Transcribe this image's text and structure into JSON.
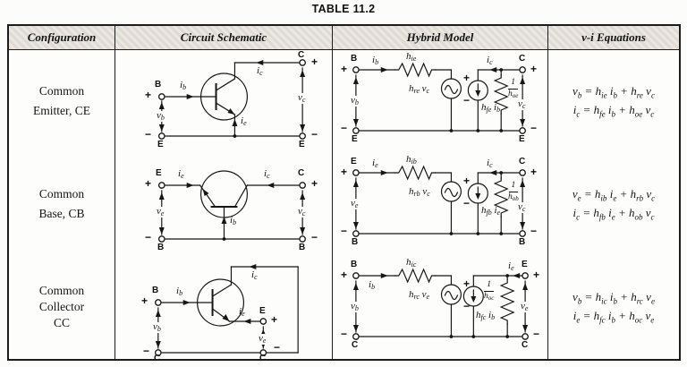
{
  "title": "TABLE 11.2",
  "table": {
    "headers": [
      "Configuration",
      "Circuit Schematic",
      "Hybrid Model",
      "v-i Equations"
    ],
    "rows": [
      {
        "config": [
          "Common",
          "Emitter, CE"
        ],
        "equations": [
          "v_b = h_ie i_b + h_re v_c",
          "i_c = h_fe i_b + h_oe v_c"
        ]
      },
      {
        "config": [
          "Common",
          "Base, CB"
        ],
        "equations": [
          "v_e = h_ib i_e + h_rb v_c",
          "i_c = h_fb i_e + h_ob v_c"
        ]
      },
      {
        "config": [
          "Common",
          "Collector",
          "CC"
        ],
        "equations": [
          "v_b = h_ic i_b + h_rc v_e",
          "i_e = h_fc i_b + h_oc v_e"
        ]
      }
    ]
  },
  "sym": {
    "B": "B",
    "C": "C",
    "E": "E",
    "plus": "+",
    "minus": "−",
    "one": "1",
    "ib": "i_b",
    "ic": "i_c",
    "ie": "i_e",
    "vb": "v_b",
    "vc": "v_c",
    "ve": "v_e",
    "hie": "h_ie",
    "hre_vc": "h_re v_c",
    "hfe_ib": "h_fe i_b",
    "hoe": "h_oe",
    "hib": "h_ib",
    "hrb_vc": "h_rb v_c",
    "hfb_ie": "h_fb i_e",
    "hob": "h_ob",
    "hic": "h_ic",
    "hrc_ve": "h_rc v_e",
    "hfc_ib": "h_fc i_b",
    "hoc": "h_oc"
  },
  "colors": {
    "ink": "#161616",
    "header_bg": "#e8e5de",
    "paper": "#fcfcfb"
  }
}
